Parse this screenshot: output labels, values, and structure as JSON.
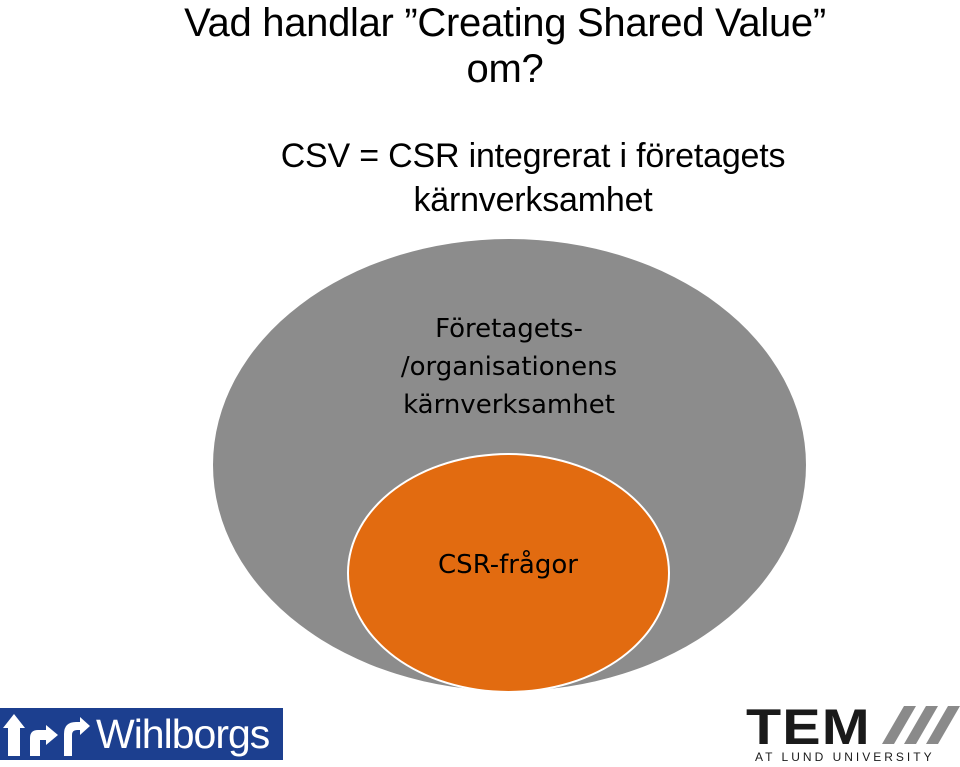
{
  "title": {
    "line1": "Vad handlar  ”Creating Shared Value”",
    "line2": "om?"
  },
  "subtitle": {
    "line1": "CSV = CSR integrerat i  företagets",
    "line2": "kärnverksamhet"
  },
  "diagram": {
    "outer": {
      "line1": "Företagets-",
      "line2": "/organisationens",
      "line3": "kärnverksamhet",
      "color": "#8c8c8c"
    },
    "inner": {
      "label": "CSR-frågor",
      "color": "#e26b10"
    }
  },
  "logos": {
    "left": {
      "text": "Wihlborgs",
      "color": "#1c3f8f"
    },
    "right": {
      "word": "TEM",
      "tagline": "AT LUND UNIVERSITY",
      "accent": "#8a8a8a"
    }
  }
}
